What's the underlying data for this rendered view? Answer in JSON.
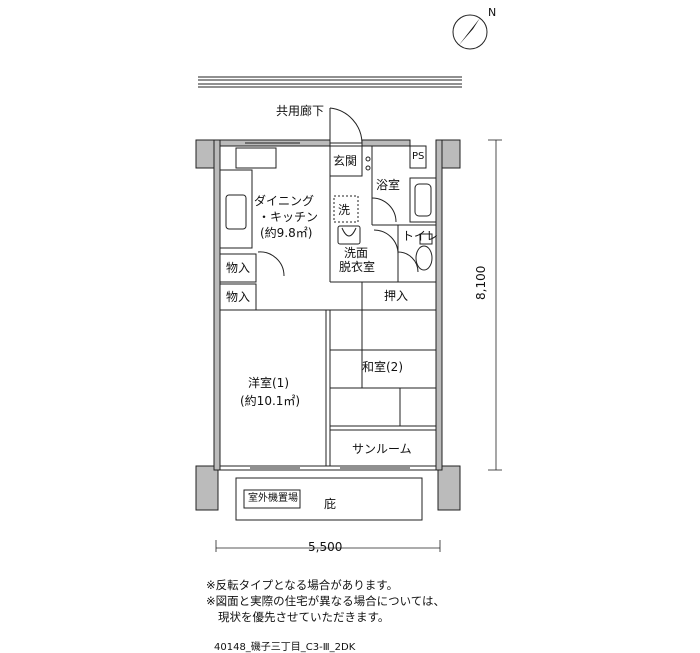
{
  "compass": {
    "north_label": "N",
    "icon": "compass-icon"
  },
  "labels": {
    "corridor": "共用廊下",
    "entrance": "玄関",
    "bath": "浴室",
    "ps": "PS",
    "dining_kitchen_l1": "ダイニング",
    "dining_kitchen_l2": "・キッチン",
    "dining_kitchen_area": "(約9.8㎡)",
    "washer": "洗",
    "washroom_l1": "洗面",
    "washroom_l2": "脱衣室",
    "toilet": "トイレ",
    "storage1": "物入",
    "storage2": "物入",
    "closet": "押入",
    "western_room": "洋室(1)",
    "western_area": "(約10.1㎡)",
    "japanese_room": "和室(2)",
    "sunroom": "サンルーム",
    "ac_unit": "室外機置場",
    "eaves": "庇"
  },
  "dimensions": {
    "width": "5,500",
    "depth": "8,100"
  },
  "notes": [
    "※反転タイプとなる場合があります。",
    "※図面と実際の住宅が異なる場合については、",
    "現状を優先させていただきます。"
  ],
  "plan_code": "40148_磯子三丁目_C3-Ⅲ_2DK"
}
